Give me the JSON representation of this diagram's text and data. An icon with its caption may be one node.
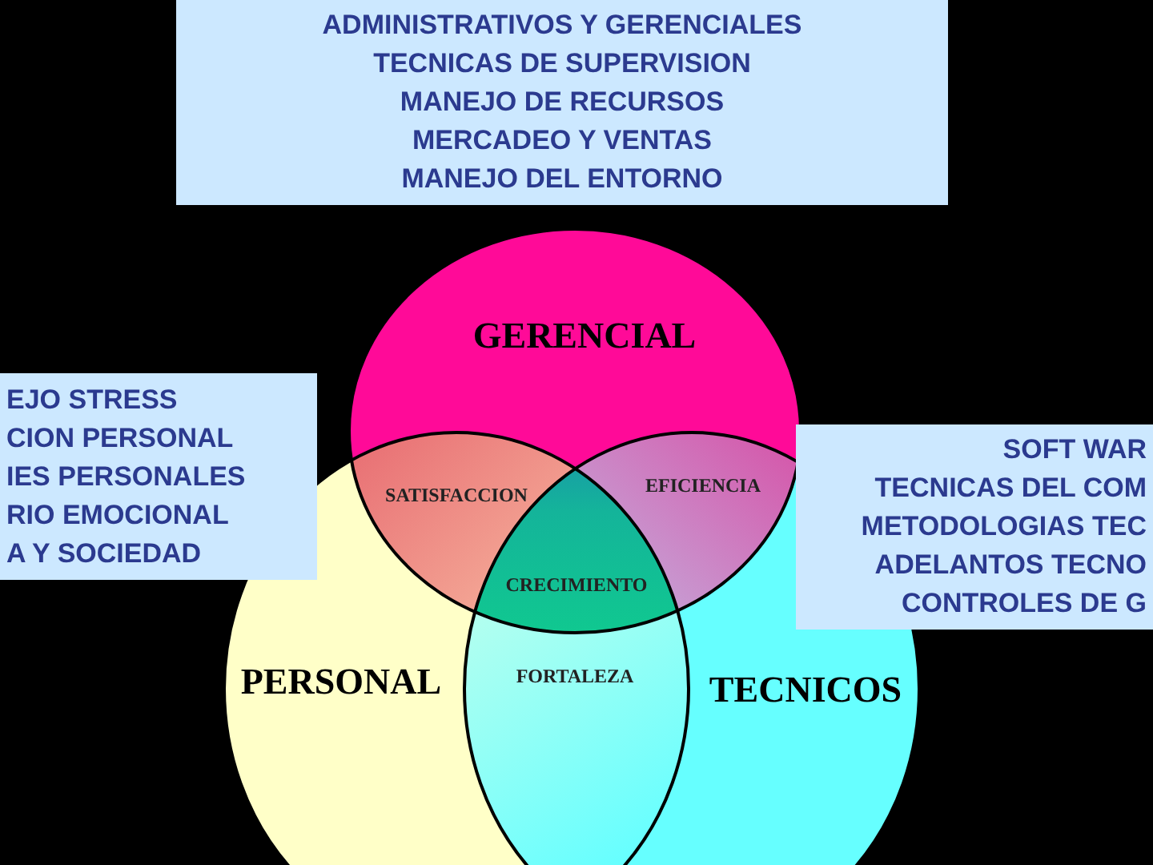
{
  "diagram": {
    "nodes": [
      {
        "text": [
          "ADMINISTRATIVOS Y GERENCIALES",
          "TECNICAS DE SUPERVISION",
          "MANEJO DE RECURSOS",
          "MERCADEO Y VENTAS",
          "MANEJO DEL ENTORNO"
        ]
      },
      {
        "text": [
          "EJO STRESS",
          "CION PERSONAL",
          "IES PERSONALES",
          "RIO EMOCIONAL",
          "A Y SOCIEDAD"
        ]
      },
      {
        "text": [
          "SOFT WAR",
          "TECNICAS DEL COM",
          "METODOLOGIAS TEC",
          "ADELANTOS TECNO",
          "CONTROLES DE G"
        ]
      },
      {
        "text": [
          "GERENCIAL"
        ]
      },
      {
        "text": [
          "PERSONAL"
        ]
      },
      {
        "text": [
          "TECNICOS"
        ]
      }
    ],
    "labels": [
      "SATISFACCION",
      "EFICIENCIA",
      "CRECIMIENTO",
      "FORTALEZA"
    ]
  }
}
